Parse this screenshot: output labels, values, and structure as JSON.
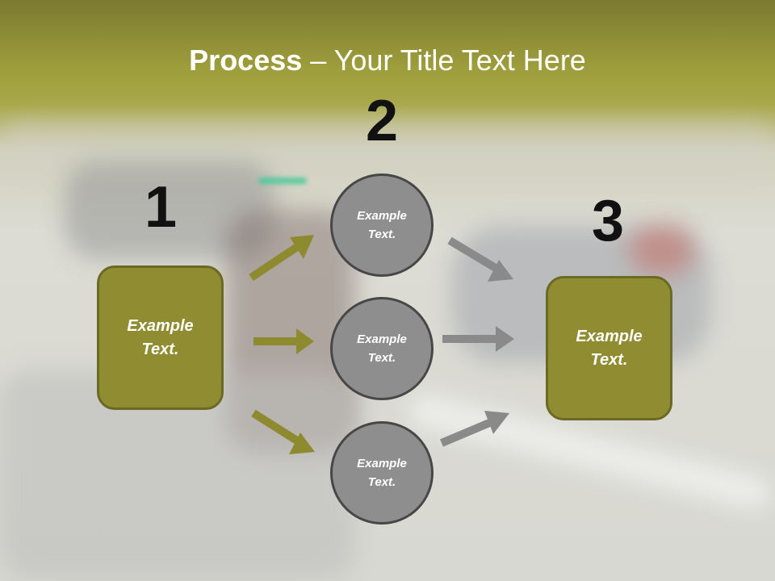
{
  "title": {
    "bold": "Process",
    "rest": " – Your Title Text Here"
  },
  "numbers": {
    "n1": "1",
    "n2": "2",
    "n3": "3"
  },
  "steps": {
    "left_box": "Example Text.",
    "circle_top": "Example Text.",
    "circle_middle": "Example Text.",
    "circle_bottom": "Example Text.",
    "right_box": "Example Text."
  },
  "colors": {
    "olive_fill": "#908c31",
    "olive_border": "#6b6a24",
    "circle_fill": "#8e8e8e",
    "circle_border": "#474747",
    "arrow_olive": "#8e8a2f",
    "arrow_gray": "#8a8a8a"
  }
}
